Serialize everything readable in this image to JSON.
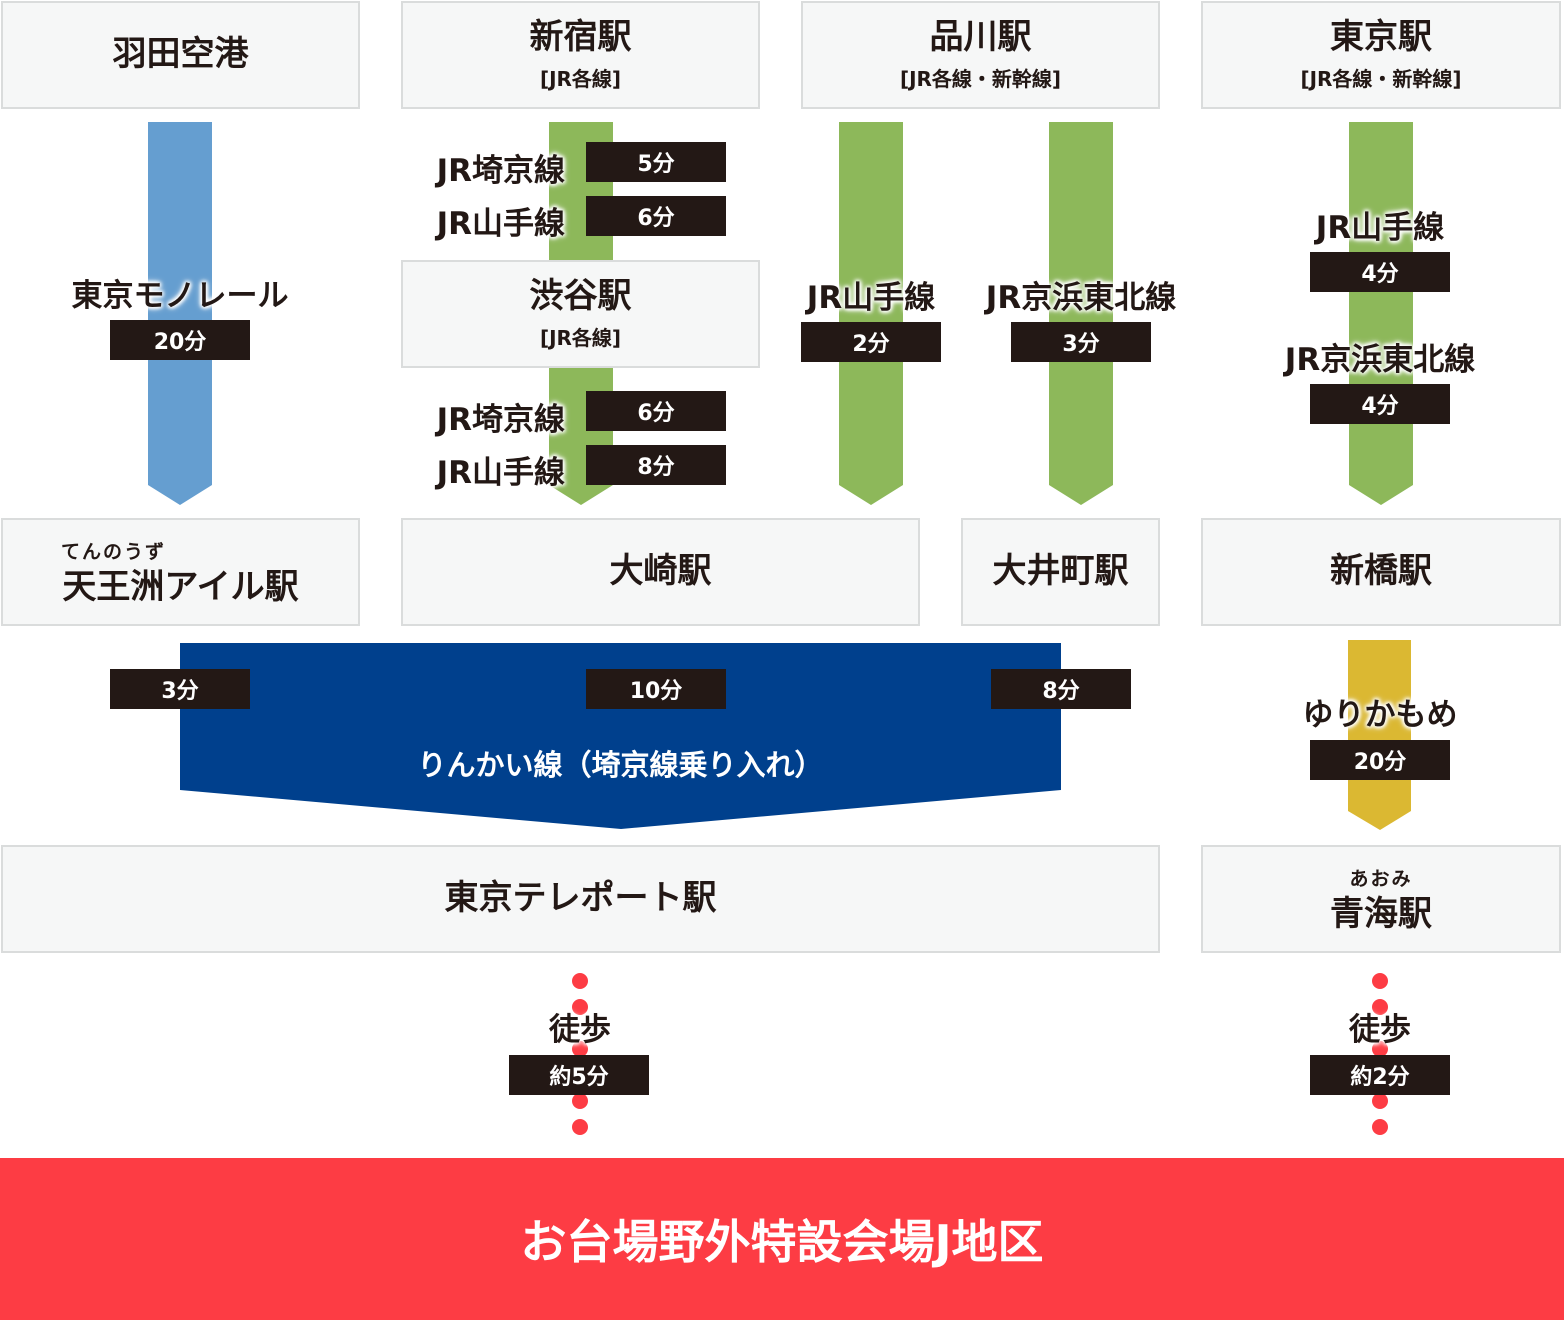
{
  "colors": {
    "monorail": "#659ed0",
    "jr": "#8db85a",
    "rinkai": "#00408d",
    "yurikamome": "#dbb832",
    "time_box": "#231815",
    "walk_dot": "#fd3c44",
    "banner": "#fd3c44",
    "station_box": "#f6f7f7"
  },
  "origins": {
    "haneda": {
      "name": "羽田空港"
    },
    "shinjuku": {
      "name": "新宿駅",
      "sub": "[JR各線]"
    },
    "shinagawa": {
      "name": "品川駅",
      "sub": "[JR各線・新幹線]"
    },
    "tokyo": {
      "name": "東京駅",
      "sub": "[JR各線・新幹線]"
    }
  },
  "routes": {
    "haneda_monorail": {
      "line": "東京モノレール",
      "time": "20分"
    },
    "shinjuku_saikyo": {
      "line": "JR埼京線",
      "time": "5分"
    },
    "shinjuku_yamanote": {
      "line": "JR山手線",
      "time": "6分"
    },
    "shibuya": {
      "name": "渋谷駅",
      "sub": "[JR各線]"
    },
    "shibuya_saikyo": {
      "line": "JR埼京線",
      "time": "6分"
    },
    "shibuya_yamanote": {
      "line": "JR山手線",
      "time": "8分"
    },
    "shinagawa_yamanote": {
      "line": "JR山手線",
      "time": "2分"
    },
    "shinagawa_keihin": {
      "line": "JR京浜東北線",
      "time": "3分"
    },
    "tokyo_yamanote": {
      "line": "JR山手線",
      "time": "4分"
    },
    "tokyo_keihin": {
      "line": "JR京浜東北線",
      "time": "4分"
    }
  },
  "transfers": {
    "tennozu": {
      "ruby": "てんのうず",
      "name": "天王洲アイル駅"
    },
    "osaki": {
      "name": "大崎駅"
    },
    "oimachi": {
      "name": "大井町駅"
    },
    "shimbashi": {
      "name": "新橋駅"
    }
  },
  "rinkai": {
    "line": "りんかい線（埼京線乗り入れ）",
    "time_tennozu": "3分",
    "time_osaki": "10分",
    "time_oimachi": "8分"
  },
  "yurikamome": {
    "line": "ゆりかもめ",
    "time": "20分"
  },
  "destinations": {
    "teleport": {
      "name": "東京テレポート駅"
    },
    "aomi": {
      "ruby": "あおみ",
      "name": "青海駅"
    }
  },
  "walks": {
    "teleport": {
      "label": "徒歩",
      "time": "約5分"
    },
    "aomi": {
      "label": "徒歩",
      "time": "約2分"
    }
  },
  "venue": {
    "name": "お台場野外特設会場J地区"
  }
}
